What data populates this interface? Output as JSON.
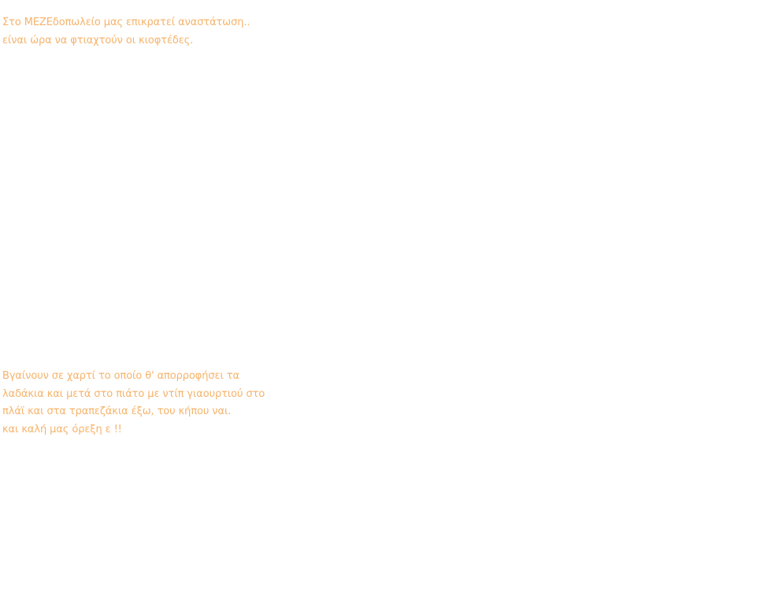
{
  "text_color": "#f6b36b",
  "intro": {
    "lines": [
      "Στο ΜΕΖΕδοπωλείο μας επικρατεί αναστάτωση..",
      "είναι ώρα να φτιαχτούν οι κιοφτέδες."
    ]
  },
  "closing": {
    "lines": [
      "Βγαίνουν σε χαρτί το οποίο θ' απορροφήσει τα",
      "λαδάκια και μετά στο πιάτο με ντίπ γιαουρτιού στο",
      "πλάϊ και στα τραπεζάκια έξω, του κήπου ναι.",
      "και καλή μας όρεξη ε !!"
    ]
  }
}
